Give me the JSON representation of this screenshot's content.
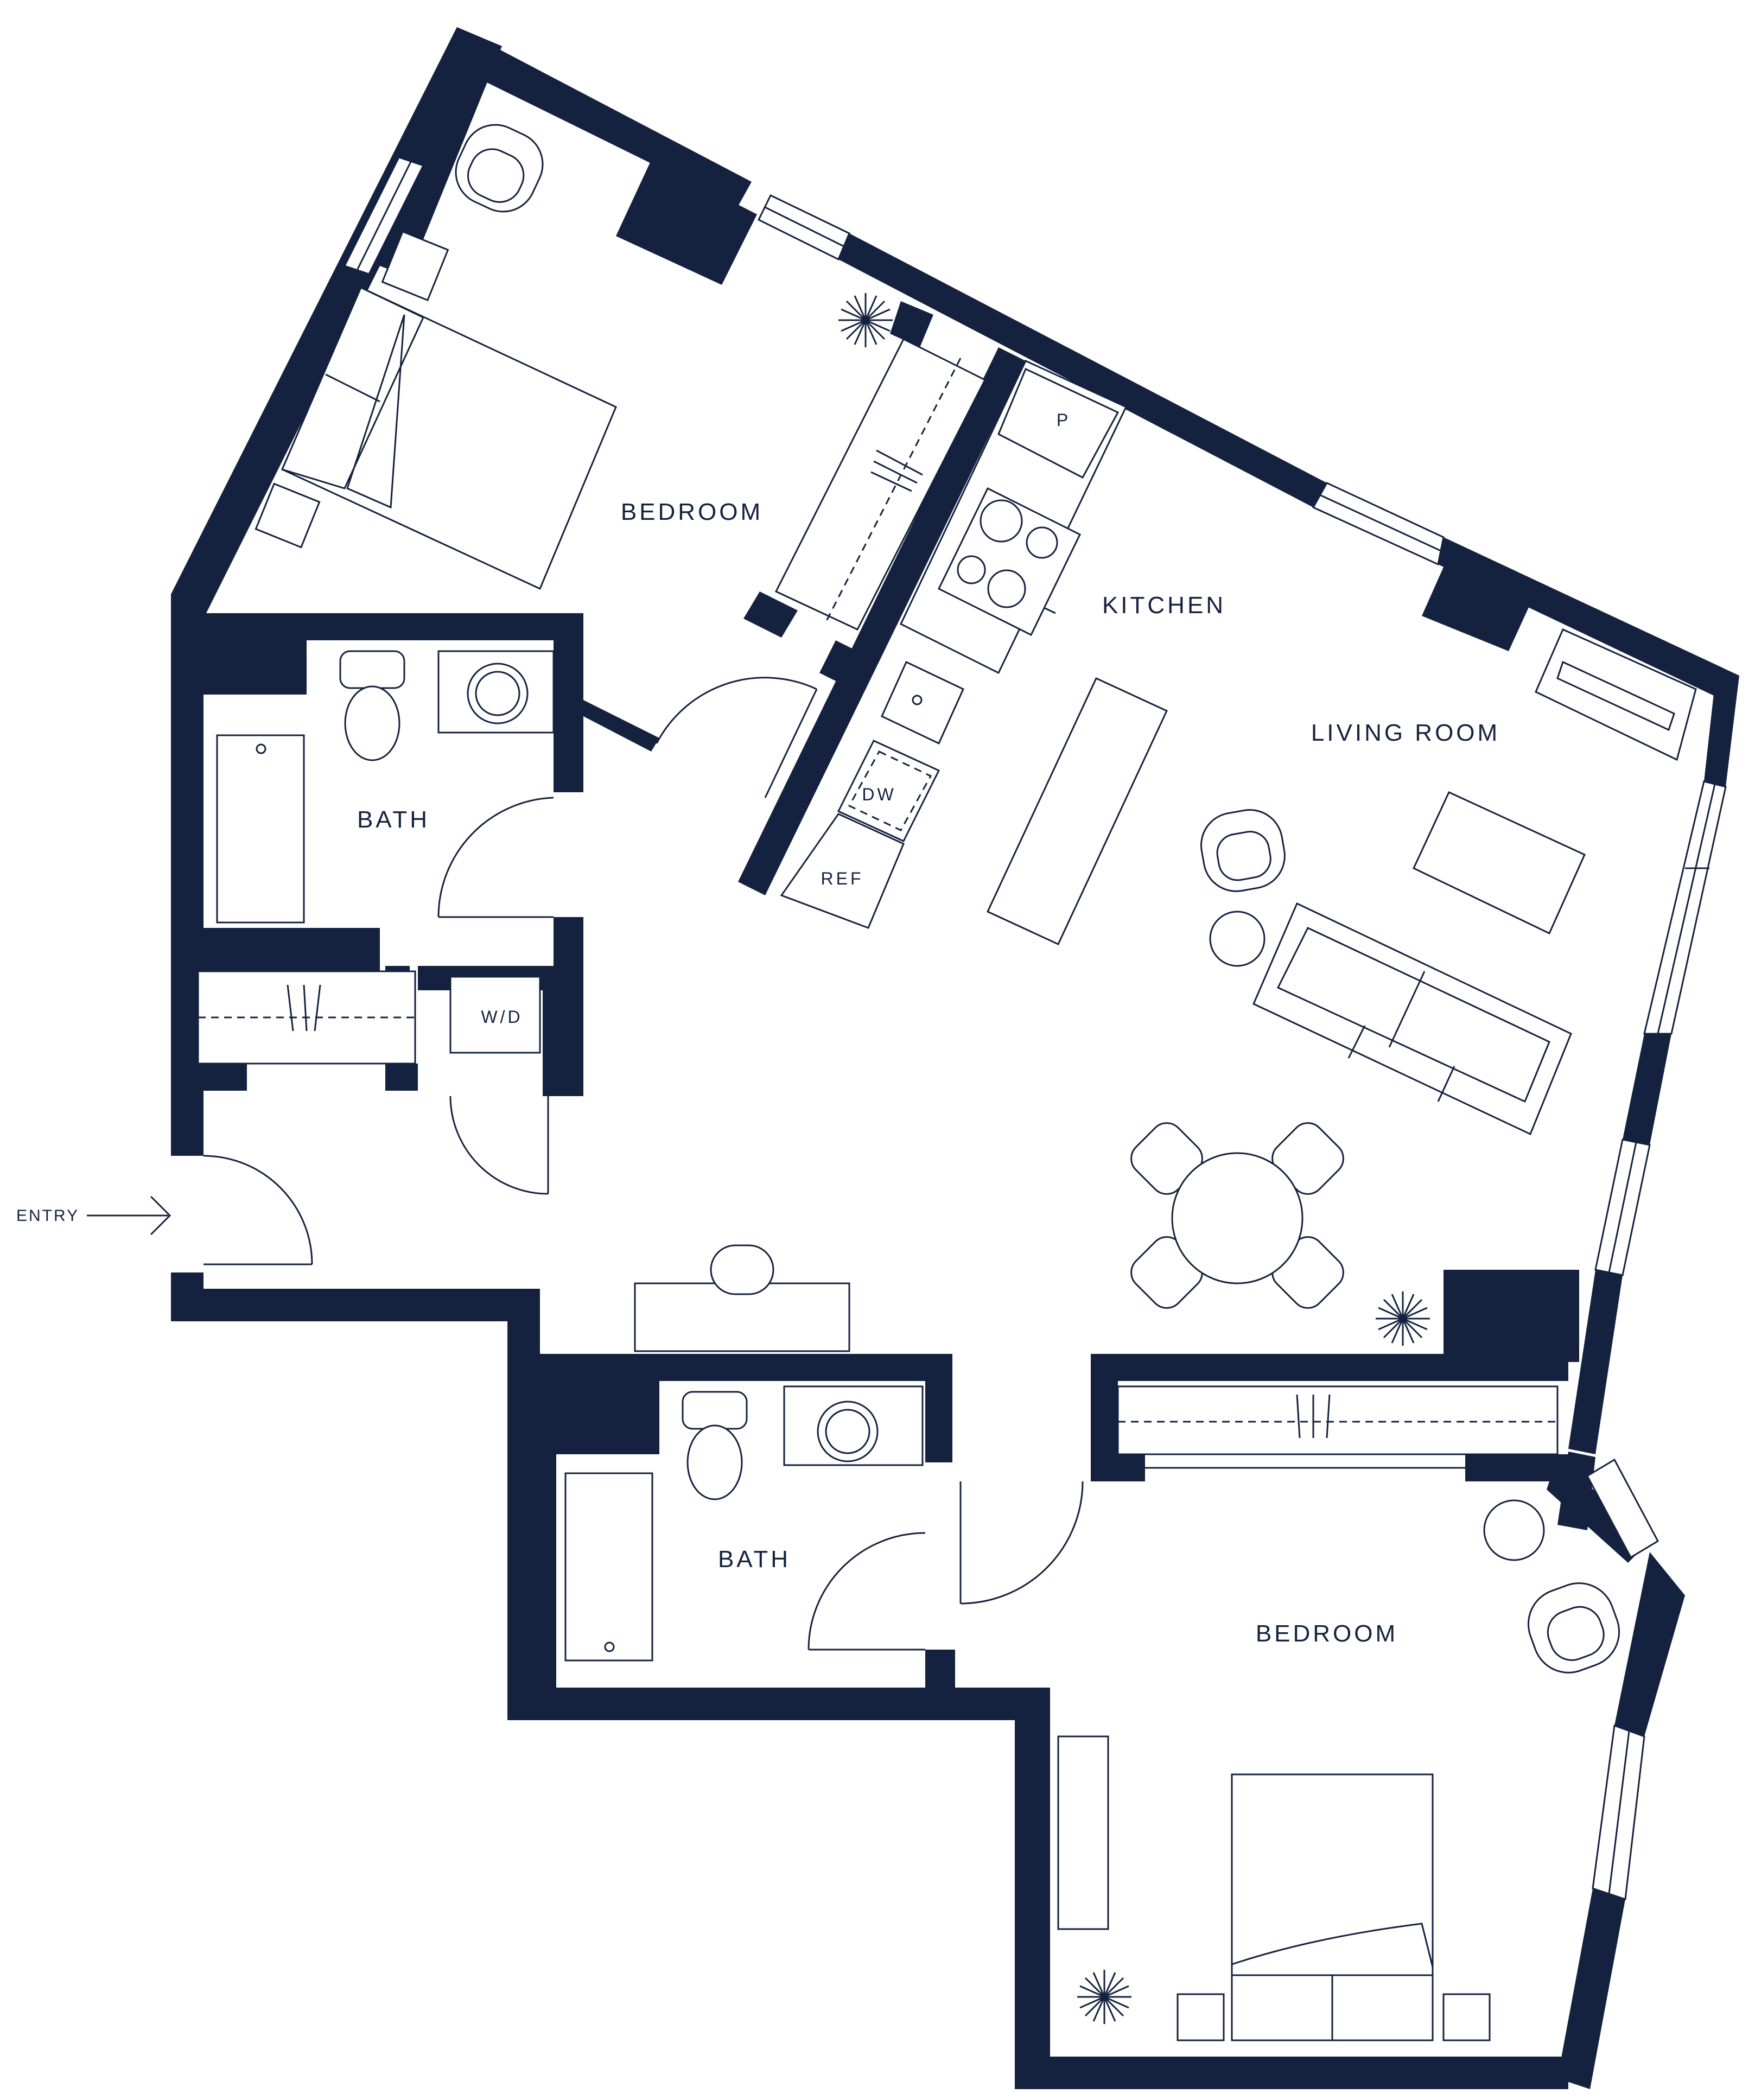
{
  "colors": {
    "wall": "#14223f",
    "background": "#ffffff"
  },
  "rooms": {
    "bedroom_1": "BEDROOM",
    "bedroom_2": "BEDROOM",
    "kitchen": "KITCHEN",
    "living_room": "LIVING ROOM",
    "bath_1": "BATH",
    "bath_2": "BATH"
  },
  "appliances": {
    "pantry": "P",
    "dishwasher": "DW",
    "refrigerator": "REF",
    "washer_dryer": "W/D"
  },
  "entry": {
    "label": "ENTRY",
    "icon": "arrow-right-icon"
  }
}
